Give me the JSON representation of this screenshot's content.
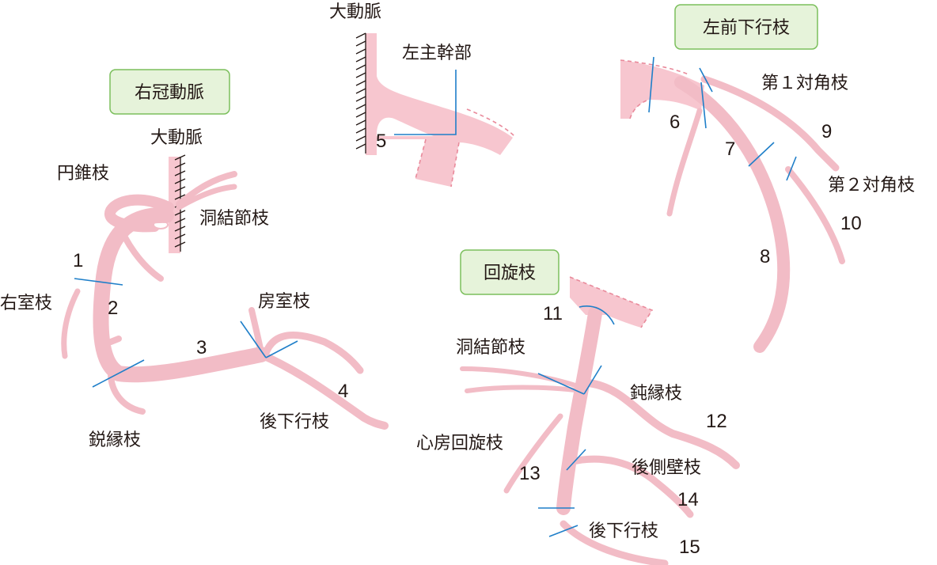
{
  "rca": {
    "title": "右冠動脈",
    "labels": {
      "aorta": "大動脈",
      "conus": "円錐枝",
      "sinus_node": "洞結節枝",
      "right_ventricular": "右室枝",
      "av_node": "房室枝",
      "acute_marginal": "鋭縁枝",
      "posterior_descending": "後下行枝"
    },
    "segments": {
      "s1": "1",
      "s2": "2",
      "s3": "3",
      "s4": "4"
    }
  },
  "lmt": {
    "labels": {
      "aorta": "大動脈",
      "left_main": "左主幹部"
    },
    "segments": {
      "s5": "5"
    }
  },
  "lad": {
    "title": "左前下行枝",
    "labels": {
      "diag1": "第１対角枝",
      "diag2": "第２対角枝"
    },
    "segments": {
      "s6": "6",
      "s7": "7",
      "s8": "8",
      "s9": "9",
      "s10": "10"
    }
  },
  "lcx": {
    "title": "回旋枝",
    "labels": {
      "sinus_node": "洞結節枝",
      "obtuse_marginal": "鈍縁枝",
      "atrial_circumflex": "心房回旋枝",
      "posterolateral": "後側壁枝",
      "posterior_descending": "後下行枝"
    },
    "segments": {
      "s11": "11",
      "s12": "12",
      "s13": "13",
      "s14": "14",
      "s15": "15"
    }
  }
}
